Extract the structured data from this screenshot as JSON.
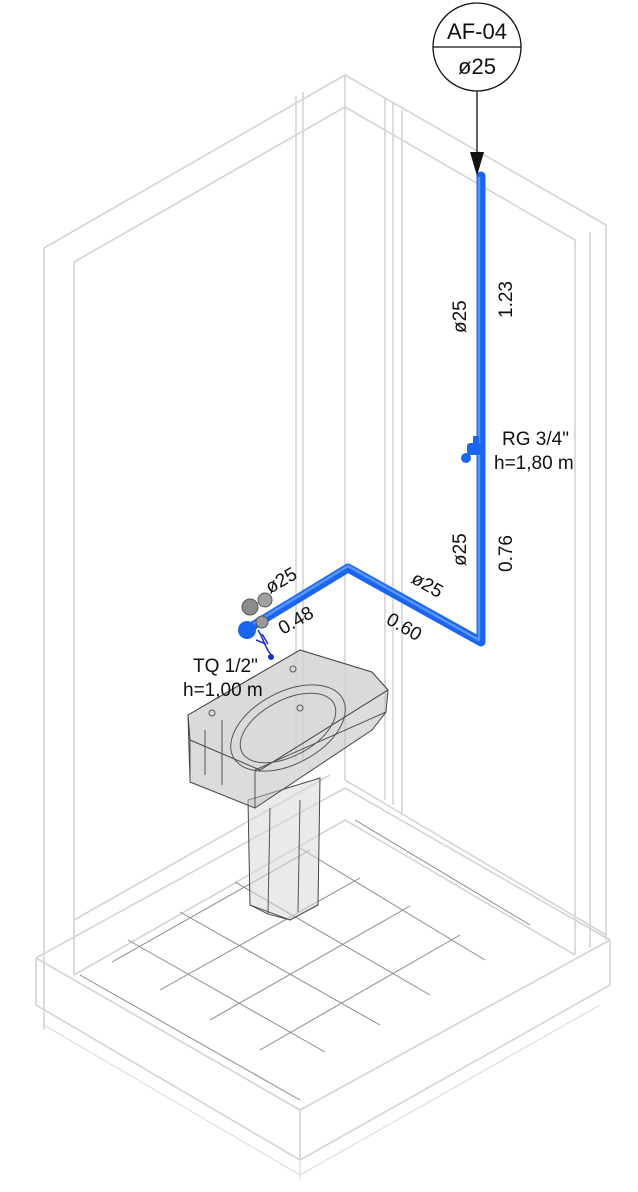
{
  "tag": {
    "top": "AF-04",
    "bottom": "ø25"
  },
  "pipe_color": "#1a66f0",
  "labels": {
    "vertical_upper_diameter": "ø25",
    "vertical_upper_length": "1.23",
    "valve_name": "RG 3/4\"",
    "valve_height": "h=1,80 m",
    "vertical_lower_diameter": "ø25",
    "vertical_lower_length": "0.76",
    "left_branch_diameter": "ø25",
    "left_branch_length": "0.48",
    "right_branch_diameter": "ø25",
    "right_branch_length": "0.60",
    "tap_name": "TQ 1/2\"",
    "tap_height": "h=1,00 m"
  }
}
